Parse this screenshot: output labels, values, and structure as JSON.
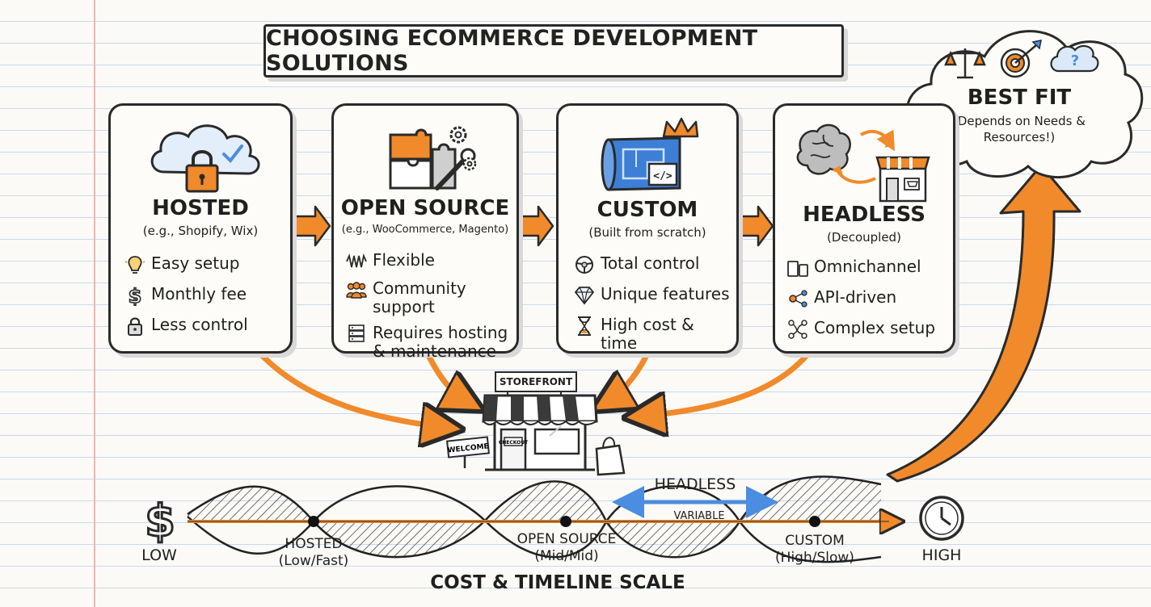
{
  "title": "CHOOSING ECOMMERCE DEVELOPMENT SOLUTIONS",
  "colors": {
    "accent": "#f08a2b",
    "blue": "#4b8de0",
    "ink": "#2a2a2a"
  },
  "cards": [
    {
      "name": "HOSTED",
      "subtitle": "(e.g., Shopify, Wix)",
      "icon": "cloud-lock-icon",
      "items": [
        {
          "icon": "lightbulb-icon",
          "text": "Easy setup"
        },
        {
          "icon": "dollar-icon",
          "text": "Monthly fee"
        },
        {
          "icon": "lock-icon",
          "text": "Less control"
        }
      ]
    },
    {
      "name": "OPEN SOURCE",
      "subtitle": "(e.g., WooCommerce, Magento)",
      "icon": "puzzle-gear-icon",
      "items": [
        {
          "icon": "spring-icon",
          "text": "Flexible"
        },
        {
          "icon": "people-icon",
          "text": "Community support"
        },
        {
          "icon": "server-icon",
          "text": "Requires hosting & maintenance"
        }
      ]
    },
    {
      "name": "CUSTOM",
      "subtitle": "(Built from scratch)",
      "icon": "blueprint-crown-icon",
      "items": [
        {
          "icon": "steering-wheel-icon",
          "text": "Total control"
        },
        {
          "icon": "diamond-icon",
          "text": "Unique features"
        },
        {
          "icon": "hourglass-icon",
          "text": "High cost & time"
        }
      ]
    },
    {
      "name": "HEADLESS",
      "subtitle": "(Decoupled)",
      "icon": "brain-store-icon",
      "items": [
        {
          "icon": "devices-icon",
          "text": "Omnichannel"
        },
        {
          "icon": "api-nodes-icon",
          "text": "API-driven"
        },
        {
          "icon": "complex-nodes-icon",
          "text": "Complex setup"
        }
      ]
    }
  ],
  "storefront": {
    "sign": "STOREFRONT",
    "welcome": "WELCOME",
    "door_sign": "CHECKOUT"
  },
  "best_fit": {
    "title": "BEST FIT",
    "subtitle": "(Depends on Needs & Resources!)"
  },
  "scale": {
    "title": "COST & TIMELINE SCALE",
    "low": "LOW",
    "high": "HIGH",
    "points": [
      {
        "name": "HOSTED",
        "detail": "(Low/Fast)"
      },
      {
        "name": "OPEN SOURCE",
        "detail": "(Mid/Mid)"
      },
      {
        "name": "CUSTOM",
        "detail": "(High/Slow)"
      }
    ],
    "headless": {
      "name": "HEADLESS",
      "detail": "VARIABLE"
    }
  }
}
